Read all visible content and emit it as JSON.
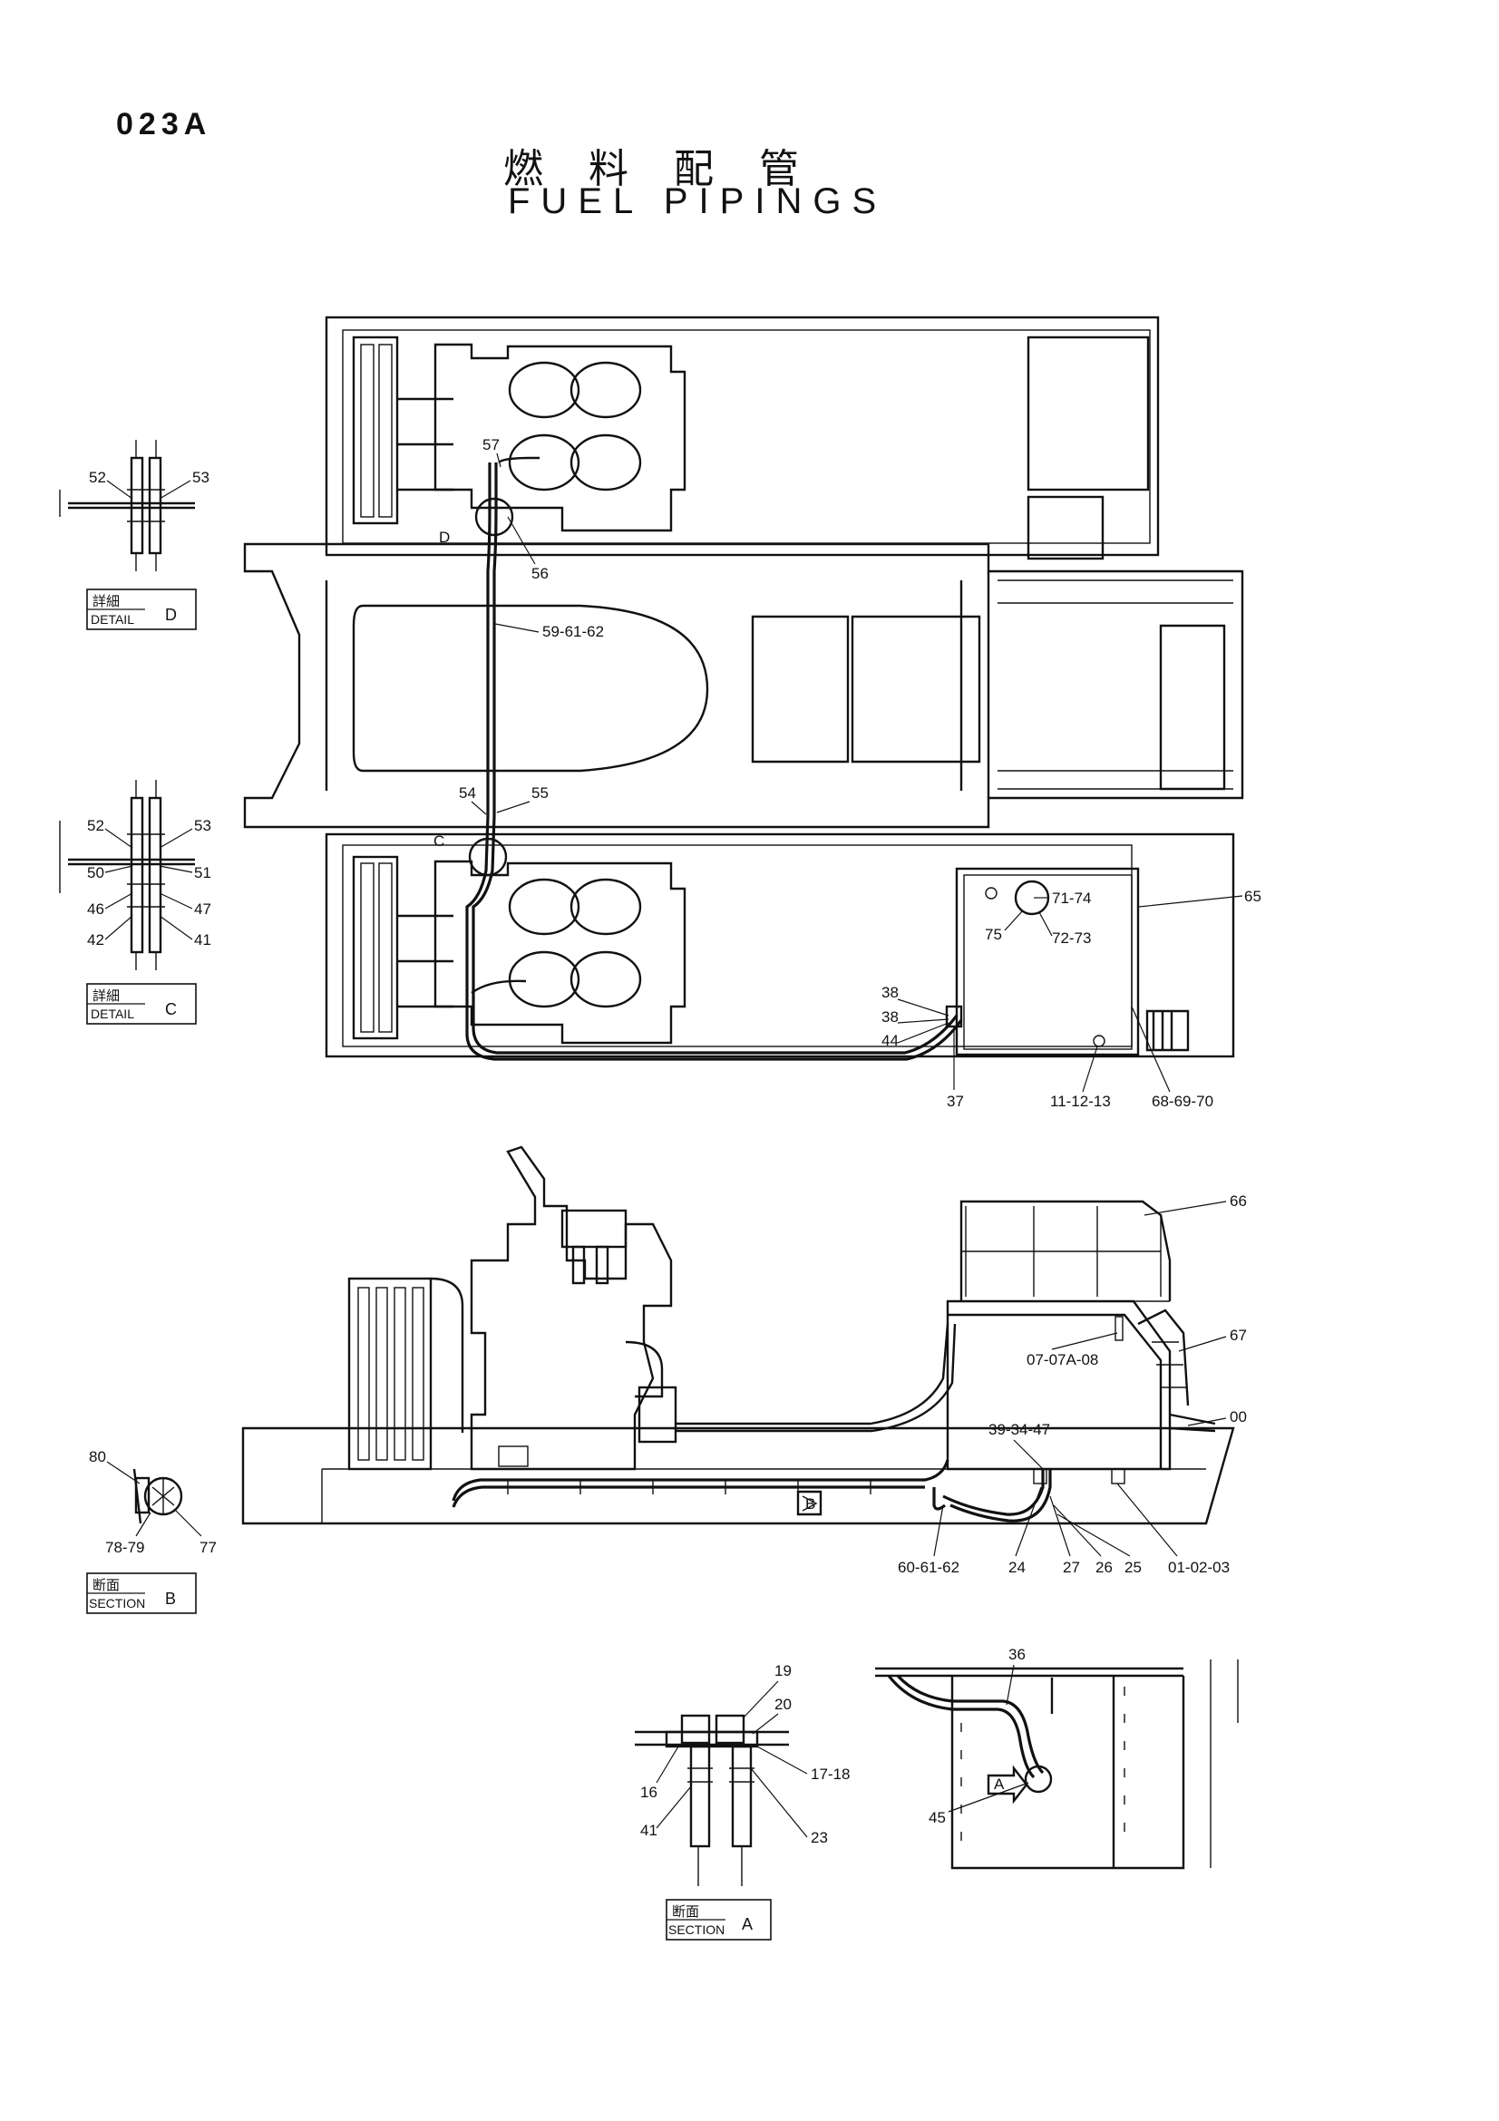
{
  "page_code": "023A",
  "title_jp": "燃料配管",
  "title_en": "FUEL PIPINGS",
  "callouts": {
    "c57": "57",
    "c56": "56",
    "cD": "D",
    "c59_61_62": "59-61-62",
    "c54": "54",
    "c55": "55",
    "cC": "C",
    "c71_74": "71-74",
    "c75": "75",
    "c72_73": "72-73",
    "c65": "65",
    "c38a": "38",
    "c38b": "38",
    "c44": "44",
    "c37": "37",
    "c11_12_13": "11-12-13",
    "c68_69_70": "68-69-70",
    "c66": "66",
    "c67": "67",
    "c07_07A_08": "07-07A-08",
    "c00": "00",
    "c39_34_47": "39-34-47",
    "c60_61_62": "60-61-62",
    "c24": "24",
    "c27": "27",
    "c26": "26",
    "c25": "25",
    "c01_02_03": "01-02-03",
    "cB": "B",
    "c19": "19",
    "c20": "20",
    "c16": "16",
    "c17_18": "17-18",
    "c41s": "41",
    "c23": "23",
    "c36": "36",
    "c45": "45",
    "cA": "A",
    "c80": "80",
    "c78_79": "78-79",
    "c77": "77",
    "dD52": "52",
    "dD53": "53",
    "dC52": "52",
    "dC53": "53",
    "dC50": "50",
    "dC51": "51",
    "dC46": "46",
    "dC47": "47",
    "dC42": "42",
    "dC41": "41"
  },
  "tags": {
    "detail_d": {
      "jp": "詳細",
      "en": "DETAIL",
      "letter": "D"
    },
    "detail_c": {
      "jp": "詳細",
      "en": "DETAIL",
      "letter": "C"
    },
    "section_b": {
      "jp": "断面",
      "en": "SECTION",
      "letter": "B"
    },
    "section_a": {
      "jp": "断面",
      "en": "SECTION",
      "letter": "A"
    }
  }
}
